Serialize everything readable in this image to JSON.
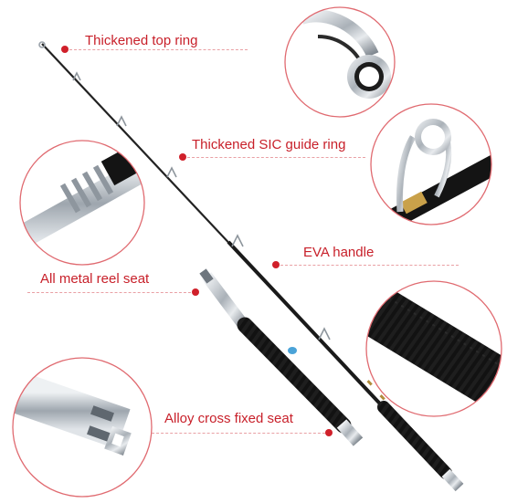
{
  "callouts": {
    "top_ring": "Thickened top ring",
    "guide_ring": "Thickened SIC guide ring",
    "eva_handle": "EVA handle",
    "reel_seat": "All metal reel seat",
    "cross_seat": "Alloy cross fixed seat"
  },
  "colors": {
    "label_text": "#c8202a",
    "leader_line": "#e9a0a4",
    "circle_border": "#e06a70",
    "rod_blank": "#1a1a1a",
    "eva_grip": "#141414",
    "metal": "#c9ced4"
  }
}
